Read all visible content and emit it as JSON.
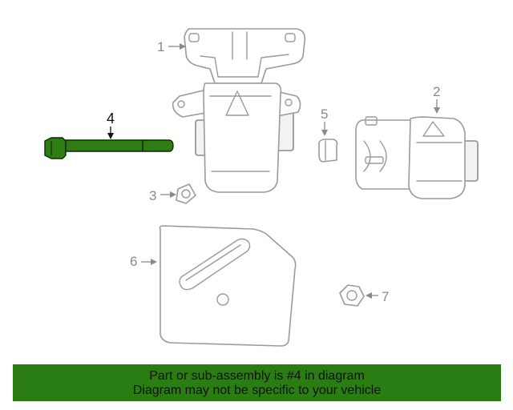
{
  "diagram": {
    "callouts": {
      "part1": "1",
      "part2": "2",
      "part3": "3",
      "part4": "4",
      "part5": "5",
      "part6": "6",
      "part7": "7"
    },
    "highlighted_part": "4",
    "colors": {
      "highlight": "#2f7d12",
      "banner": "#2a7d12",
      "outline": "#9a9a9a"
    }
  },
  "banner": {
    "line1": "Part or sub-assembly is #4 in diagram",
    "line2": "Diagram may not be specific to your vehicle"
  }
}
